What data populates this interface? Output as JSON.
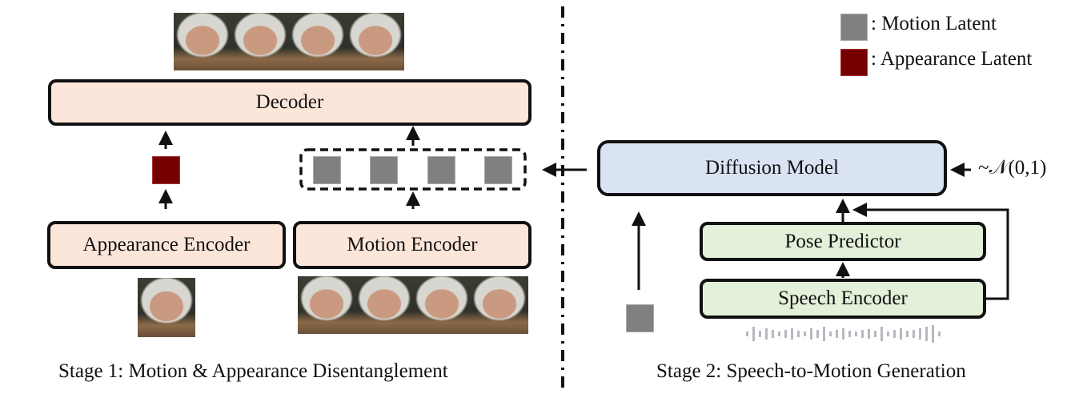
{
  "legend": {
    "items": [
      {
        "label": ": Motion Latent",
        "color": "#808080",
        "icon": "motion-latent-square"
      },
      {
        "label": ": Appearance Latent",
        "color": "#750000",
        "icon": "appearance-latent-square"
      }
    ]
  },
  "stage1": {
    "caption": "Stage 1: Motion & Appearance Disentanglement",
    "decoder_label": "Decoder",
    "appearance_encoder_label": "Appearance Encoder",
    "motion_encoder_label": "Motion Encoder",
    "output_frames": 4,
    "motion_input_frames": 4,
    "appearance_input_frames": 1,
    "motion_latent_count": 4,
    "box_color": "#fce6da"
  },
  "stage2": {
    "caption": "Stage 2: Speech-to-Motion Generation",
    "diffusion_label": "Diffusion Model",
    "pose_predictor_label": "Pose Predictor",
    "speech_encoder_label": "Speech Encoder",
    "noise_label": "~𝒩(0,1)",
    "diffusion_color": "#d9e3f3",
    "module_color": "#e3f0da"
  }
}
